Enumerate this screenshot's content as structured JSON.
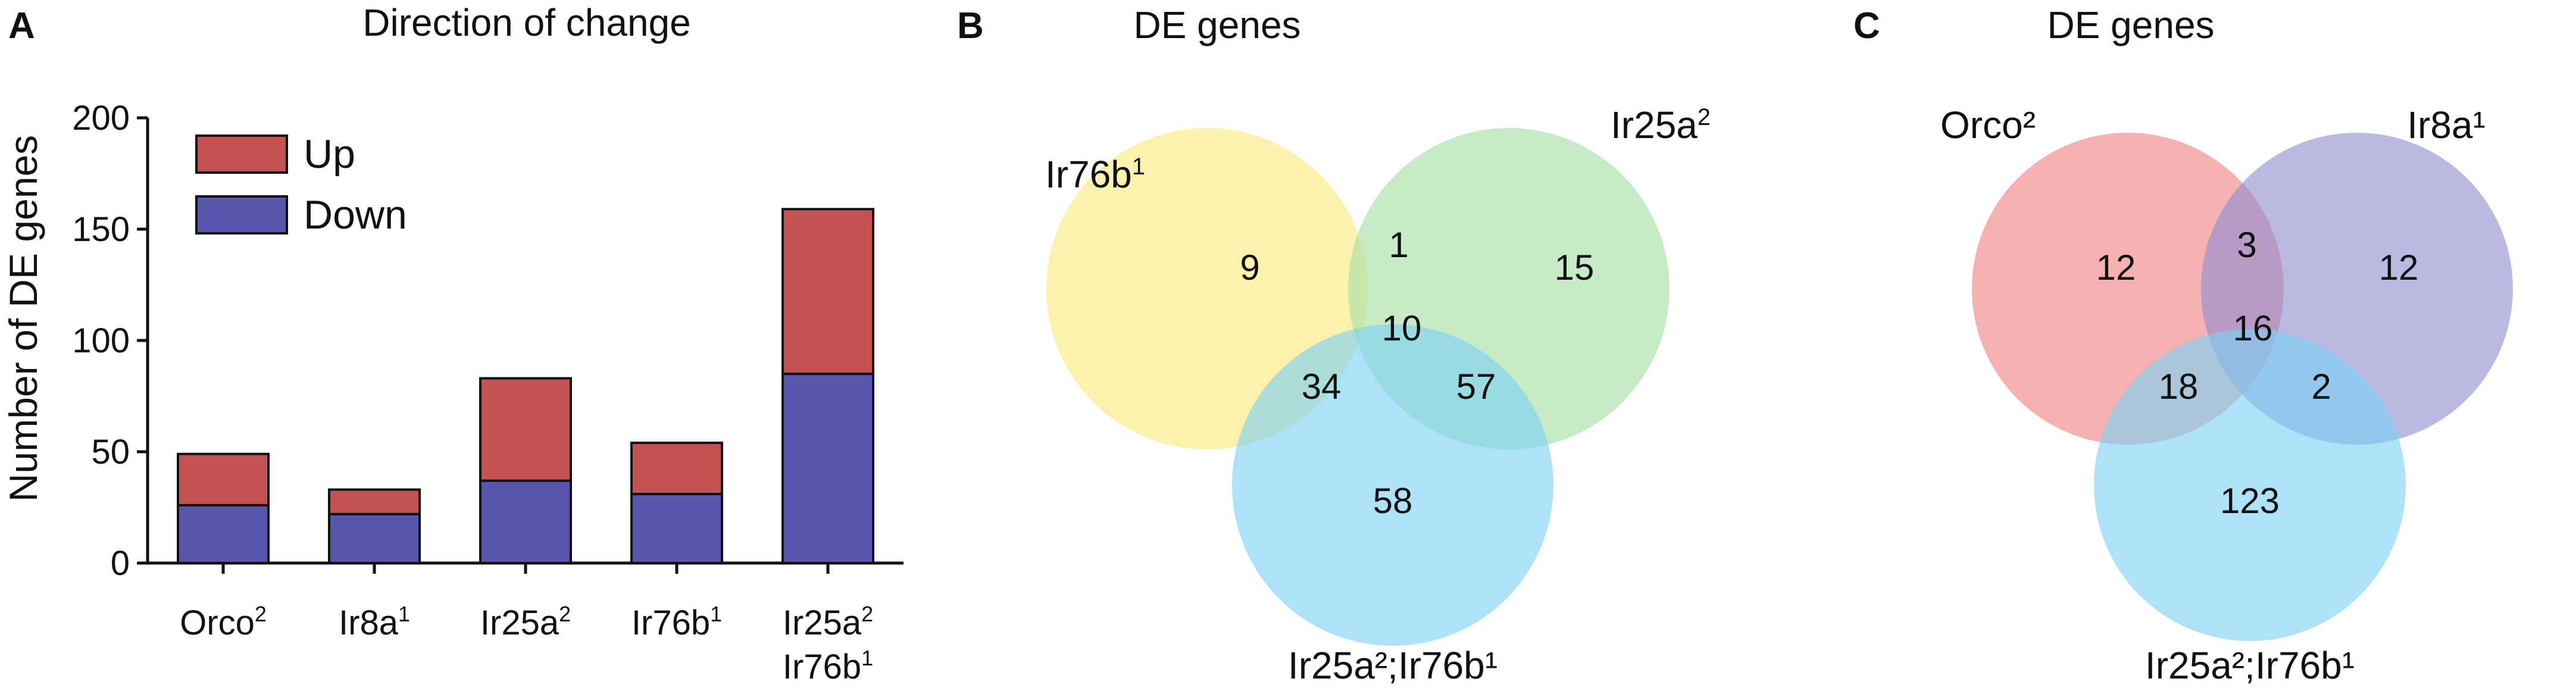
{
  "colors": {
    "up": "#c55252",
    "down": "#5856ad",
    "venn_yellow": "#f8ea7a",
    "venn_green": "#a7dfa5",
    "venn_blue": "#7dd1f3",
    "venn_red": "#f08282",
    "venn_purple": "#8e8ed0",
    "axis": "#111111"
  },
  "panels": [
    {
      "letter": "A"
    },
    {
      "letter": "B"
    },
    {
      "letter": "C"
    }
  ],
  "chart_data": [
    {
      "type": "bar",
      "stacked": true,
      "title": "Direction of change",
      "ylabel": "Number of DE genes",
      "xlabel": "",
      "ylim": [
        0,
        200
      ],
      "yticks": [
        0,
        50,
        100,
        150,
        200
      ],
      "categories": [
        {
          "main": "Orco",
          "sup": "2",
          "line2": "",
          "line2sup": ""
        },
        {
          "main": "Ir8a",
          "sup": "1",
          "line2": "",
          "line2sup": ""
        },
        {
          "main": "Ir25a",
          "sup": "2",
          "line2": "",
          "line2sup": ""
        },
        {
          "main": "Ir76b",
          "sup": "1",
          "line2": "",
          "line2sup": ""
        },
        {
          "main": "Ir25a",
          "sup": "2",
          "line2": "Ir76b",
          "line2sup": "1"
        }
      ],
      "series": [
        {
          "name": "Down",
          "values": [
            26,
            22,
            37,
            31,
            85
          ]
        },
        {
          "name": "Up",
          "values": [
            23,
            11,
            46,
            23,
            74
          ]
        }
      ],
      "legend": {
        "placement": "top-left",
        "entries": [
          "Up",
          "Down"
        ]
      },
      "grid": false
    },
    {
      "type": "venn",
      "title": "DE genes",
      "sets": [
        {
          "label": "Ir76b",
          "sup": "1"
        },
        {
          "label": "Ir25a",
          "sup": "2"
        },
        {
          "label": "Ir25a²;Ir76b¹",
          "sup": ""
        }
      ],
      "regions": {
        "only_1": "9",
        "only_2": "15",
        "only_3": "58",
        "r12": "1",
        "r13": "34",
        "r23": "57",
        "r123": "10"
      }
    },
    {
      "type": "venn",
      "title": "DE genes",
      "sets": [
        {
          "label": "Orco²",
          "sup": ""
        },
        {
          "label": "Ir8a¹",
          "sup": ""
        },
        {
          "label": "Ir25a²;Ir76b¹",
          "sup": ""
        }
      ],
      "regions": {
        "only_1": "12",
        "only_2": "12",
        "only_3": "123",
        "r12": "3",
        "r13": "18",
        "r23": "2",
        "r123": "16"
      }
    }
  ]
}
